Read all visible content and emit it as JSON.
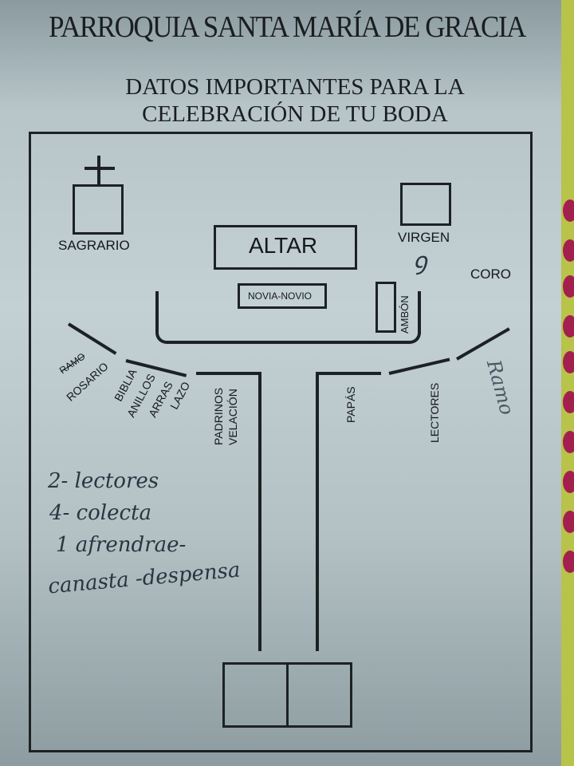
{
  "document": {
    "title": "PARROQUIA SANTA MARÍA DE GRACIA",
    "subtitle_line1": "DATOS IMPORTANTES PARA LA",
    "subtitle_line2": "CELEBRACIÓN DE TU BODA"
  },
  "floor_plan": {
    "sagrario": "SAGRARIO",
    "altar": "ALTAR",
    "virgen": "VIRGEN",
    "coro": "CORO",
    "novia_novio": "NOVIA-NOVIO",
    "ambon": "AMBÓN",
    "left_side": {
      "ramo": "RAMO",
      "rosario": "ROSARIO",
      "biblia": "BIBLIA",
      "anillos": "ANILLOS",
      "arras": "ARRAS",
      "lazo": "LAZO",
      "padrinos": "PADRINOS",
      "velacion": "VELACIÓN"
    },
    "right_side": {
      "papas": "PAPÁS",
      "lectores": "LECTORES",
      "ramo_handwritten": "Ramo"
    }
  },
  "handwritten_notes": [
    "2- lectores",
    "4- colecta",
    "1 afrendrae-",
    "canasta -despensa"
  ],
  "colors": {
    "paper": "#c3d0d4",
    "ink": "#1c2224",
    "pencil": "#2b3540",
    "bookmark_yellow": "#b8c34a",
    "bookmark_magenta": "#a3204e"
  }
}
